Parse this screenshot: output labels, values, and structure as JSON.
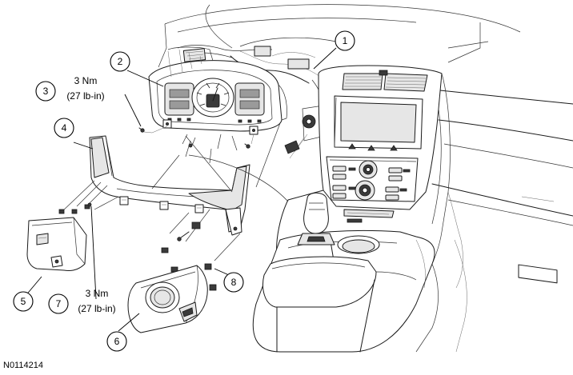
{
  "callouts": [
    {
      "number": "1"
    },
    {
      "number": "2"
    },
    {
      "number": "3"
    },
    {
      "number": "4"
    },
    {
      "number": "5"
    },
    {
      "number": "6"
    },
    {
      "number": "7"
    },
    {
      "number": "8"
    }
  ],
  "torque_specs": [
    {
      "value": "3 Nm",
      "imperial": "(27 lb-in)"
    },
    {
      "value": "3 Nm",
      "imperial": "(27 lb-in)"
    }
  ],
  "figure_code": "N0114214"
}
